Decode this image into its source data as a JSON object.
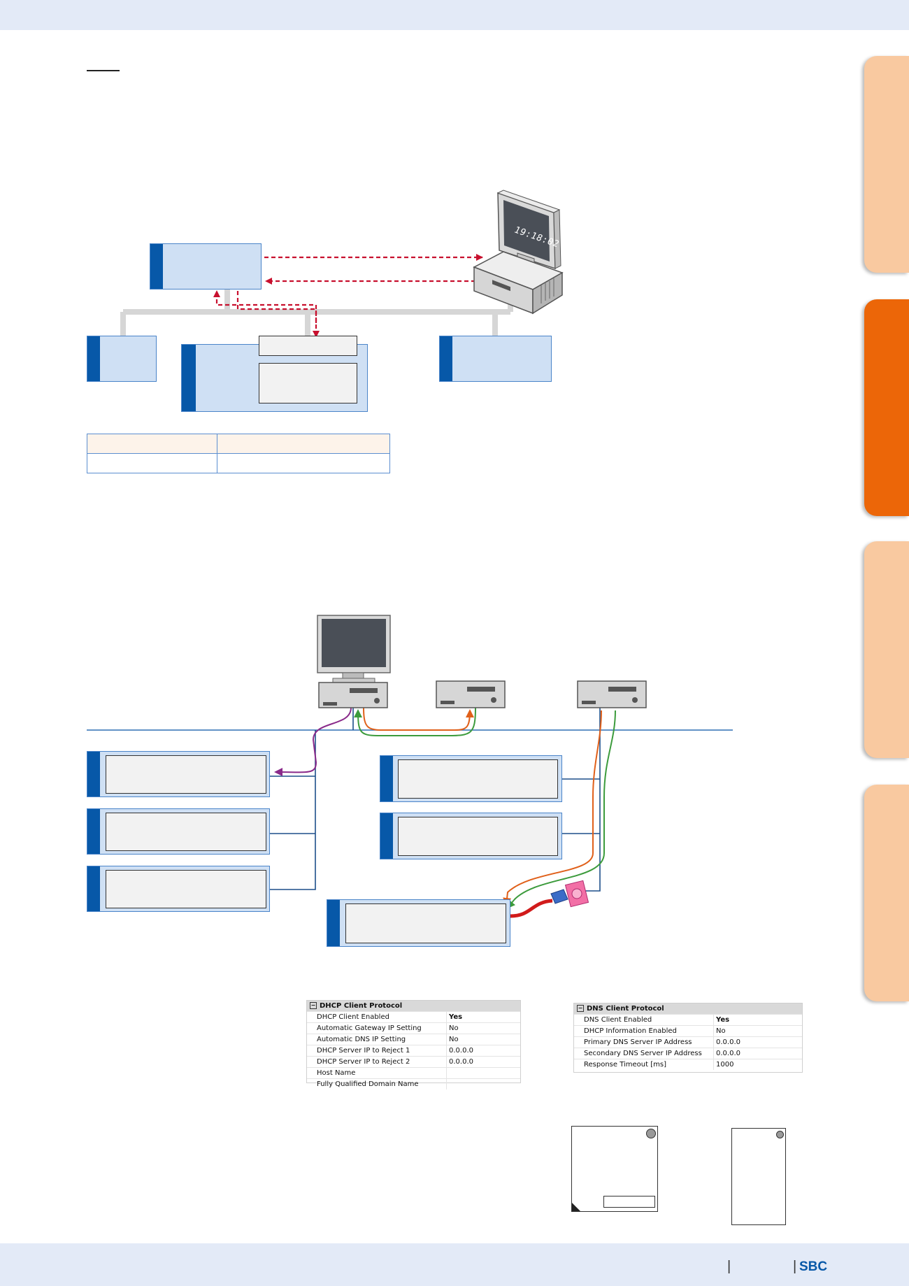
{
  "pc_clock": {
    "time": "19:18:02"
  },
  "dhcp_table": {
    "header": "DHCP Client Protocol",
    "rows": [
      {
        "label": "DHCP Client Enabled",
        "value": "Yes"
      },
      {
        "label": "Automatic Gateway IP Setting",
        "value": "No"
      },
      {
        "label": "Automatic DNS IP Setting",
        "value": "No"
      },
      {
        "label": "DHCP Server IP to Reject 1",
        "value": "0.0.0.0"
      },
      {
        "label": "DHCP Server IP to Reject 2",
        "value": "0.0.0.0"
      },
      {
        "label": "Host Name",
        "value": ""
      },
      {
        "label": "Fully Qualified Domain Name",
        "value": ""
      }
    ]
  },
  "dns_table": {
    "header": "DNS Client Protocol",
    "rows": [
      {
        "label": "DNS Client Enabled",
        "value": "Yes"
      },
      {
        "label": "DHCP Information Enabled",
        "value": "No"
      },
      {
        "label": "Primary DNS Server IP Address",
        "value": "0.0.0.0"
      },
      {
        "label": "Secondary DNS Server IP Address",
        "value": "0.0.0.0"
      },
      {
        "label": "Response Timeout [ms]",
        "value": "1000"
      }
    ]
  },
  "footer": {
    "separator": "|",
    "brand": "SBC"
  },
  "colors": {
    "box_fill": "#cfe0f4",
    "box_bar": "#0758a8",
    "tab_light": "#f9c9a0",
    "tab_active": "#ec6608",
    "arrow_red": "#c8102e",
    "wire_orange": "#e0601a",
    "wire_green": "#3c9b3c",
    "wire_purple": "#8a2a8a",
    "network_blue": "#2f6fb3",
    "band": "#e3eaf7"
  }
}
